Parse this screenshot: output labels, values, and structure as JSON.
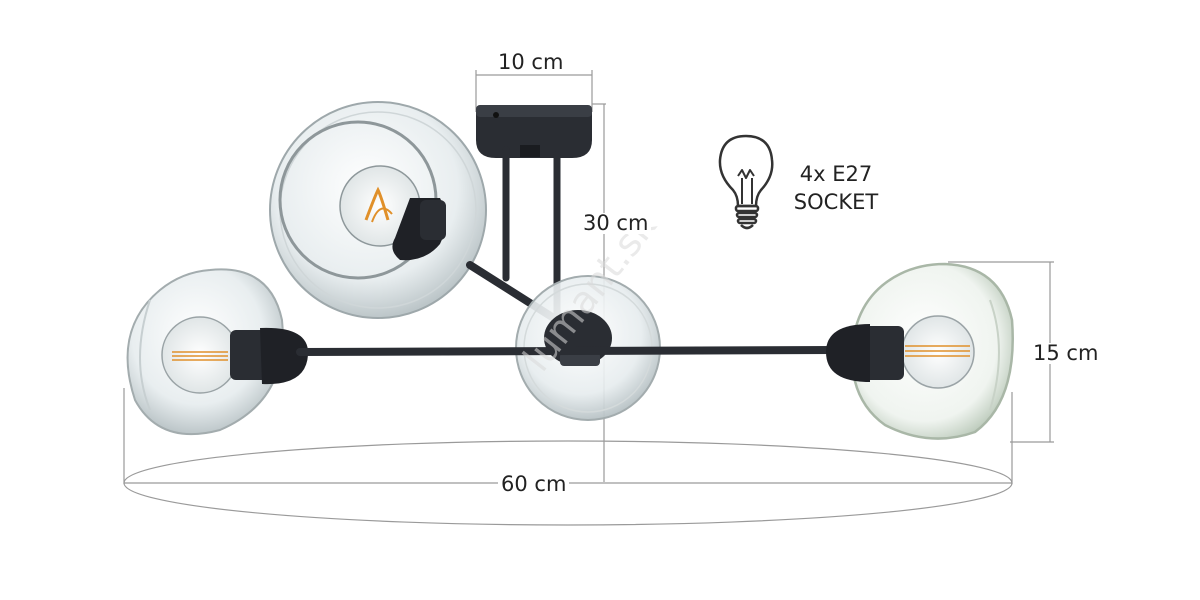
{
  "dimensions": {
    "canopy_width": "10 cm",
    "height": "30 cm",
    "shade_height": "15 cm",
    "total_width": "60 cm"
  },
  "socket": {
    "count_type": "4x E27",
    "label": "SOCKET"
  },
  "watermark": "lumant.sk",
  "colors": {
    "metal": "#2a2d33",
    "glass_tint": "#b9c3c6",
    "filament": "#e0902a",
    "dimension_line": "#9a9a9a",
    "text": "#222222"
  }
}
